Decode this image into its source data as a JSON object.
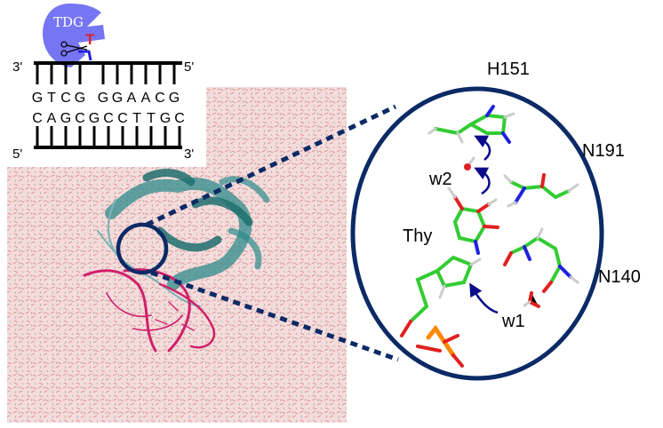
{
  "enzyme": {
    "label": "TDG",
    "color": "#6f6ef2",
    "flipped_base": "T",
    "flipped_color": "#e0202a"
  },
  "dna": {
    "top_strand_left": "3'",
    "top_strand_right": "5'",
    "bottom_strand_left": "5'",
    "bottom_strand_right": "3'",
    "top_bases": [
      "G",
      "T",
      "C",
      "G",
      "G",
      "G",
      "A",
      "A",
      "C",
      "G"
    ],
    "bottom_bases": [
      "C",
      "A",
      "G",
      "C",
      "G",
      "C",
      "C",
      "T",
      "T",
      "G",
      "C"
    ]
  },
  "inset": {
    "residues": {
      "h151": "H151",
      "n191": "N191",
      "n140": "N140"
    },
    "thymine": "Thy",
    "waters": {
      "w1": "w1",
      "w2": "w2"
    },
    "frame_color": "#0b2a66"
  },
  "colors": {
    "water_box": "#f2d8d8",
    "protein": "#2e8b8b",
    "dna_backbone": "#d0206a",
    "carbon": "#33cc33",
    "oxygen": "#e02020",
    "nitrogen": "#2020e0",
    "phosphorus": "#ff8800",
    "arrow": "#0a0a8a"
  }
}
